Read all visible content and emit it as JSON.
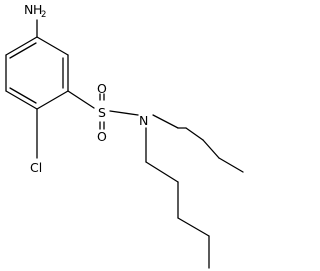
{
  "molecule": {
    "atoms": {
      "amine_n": "N",
      "amine_h": "H",
      "amine_h_count": "2",
      "sulfur": "S",
      "oxygen_top": "O",
      "oxygen_bottom": "O",
      "sulfonamide_n": "N",
      "chlorine": "Cl"
    }
  },
  "colors": {
    "bond": "#000000",
    "text": "#000000",
    "background": "#ffffff"
  }
}
